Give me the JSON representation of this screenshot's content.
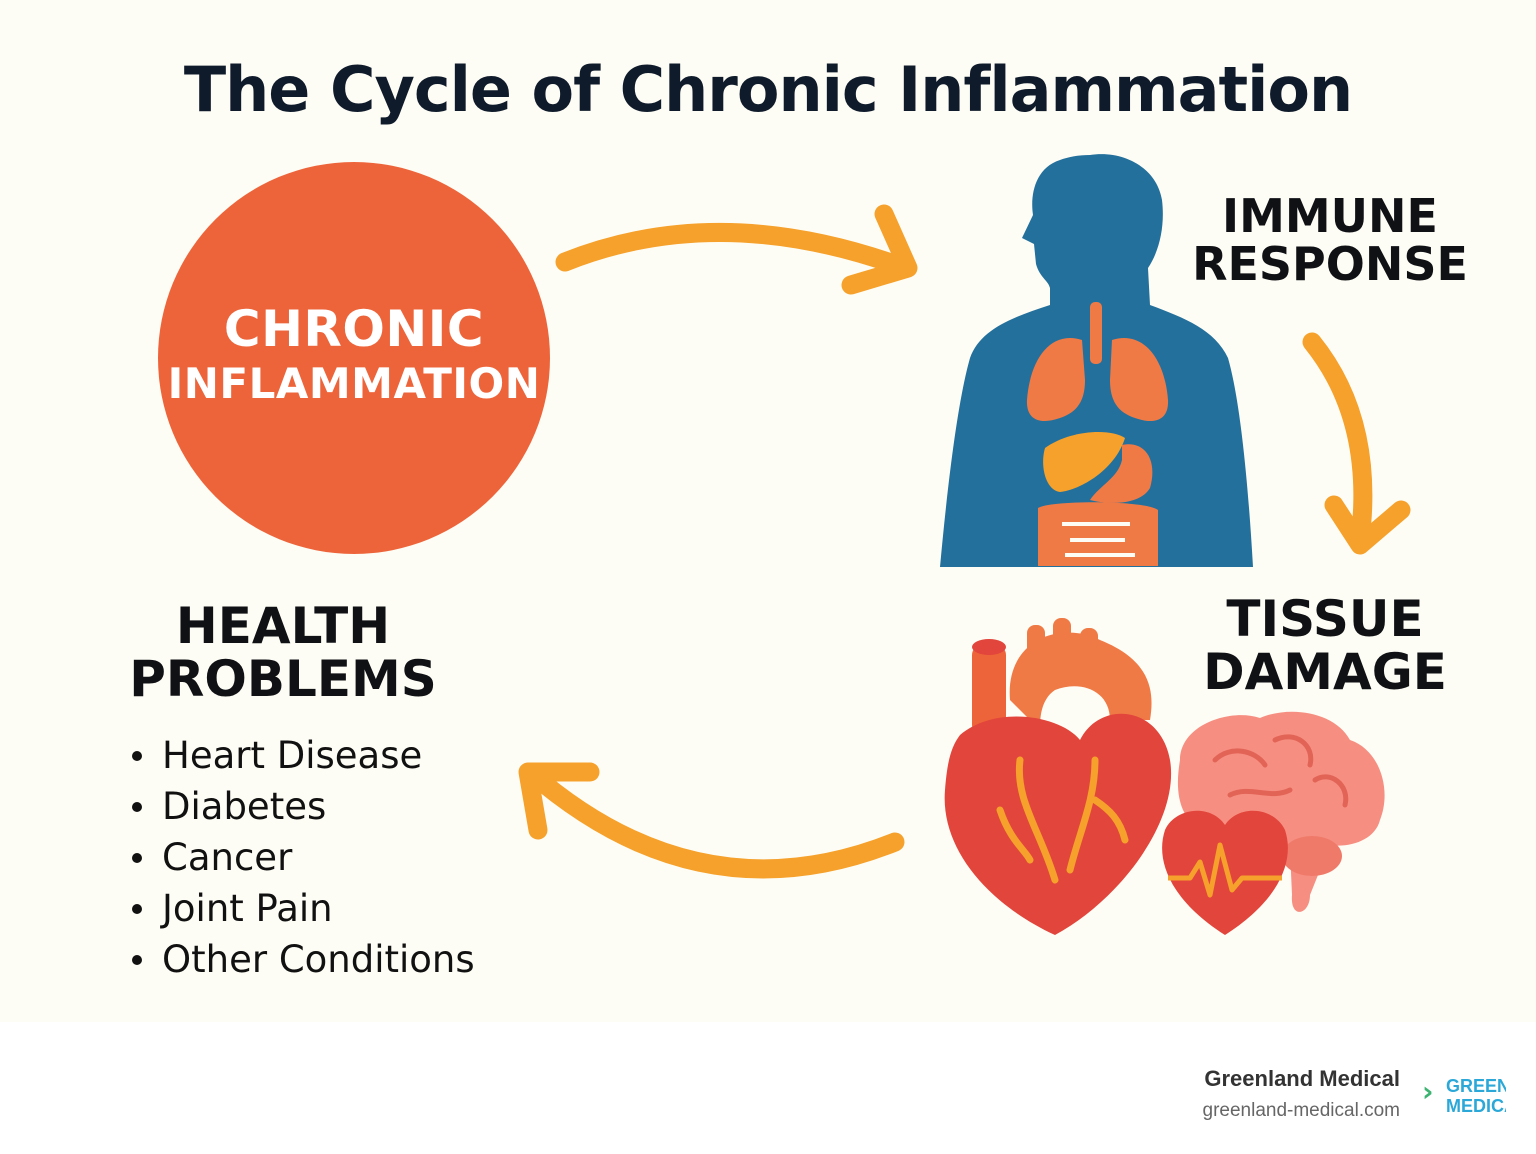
{
  "title": "The Cycle of Chronic Inflammation",
  "chronic": {
    "line1": "CHRONIC",
    "line2": "INFLAMMATION",
    "color": "#ee643a"
  },
  "immune_response": {
    "line1": "IMMUNE",
    "line2": "RESPONSE",
    "icon": "human-body-organs-icon"
  },
  "tissue_damage": {
    "line1": "TISSUE",
    "line2": "DAMAGE",
    "icons": [
      "heart-icon",
      "brain-icon",
      "small-heart-icon"
    ]
  },
  "health_problems": {
    "line1": "HEALTH",
    "line2": "PROBLEMS",
    "items": [
      "Heart Disease",
      "Diabetes",
      "Cancer",
      "Joint Pain",
      "Other Conditions"
    ]
  },
  "footer": {
    "name": "Greenland Medical",
    "url": "greenland-medical.com",
    "logo_line1": "GREENLAND",
    "logo_line2": "MEDICAL"
  },
  "colors": {
    "background": "#fefdf5",
    "arrow": "#f5a12c",
    "body": "#24709c",
    "organs": "#f07a45",
    "heart": "#e2453b",
    "brain": "#f68f81",
    "logo_text": "#2ba8d8",
    "logo_chevron": "#3cb371"
  }
}
